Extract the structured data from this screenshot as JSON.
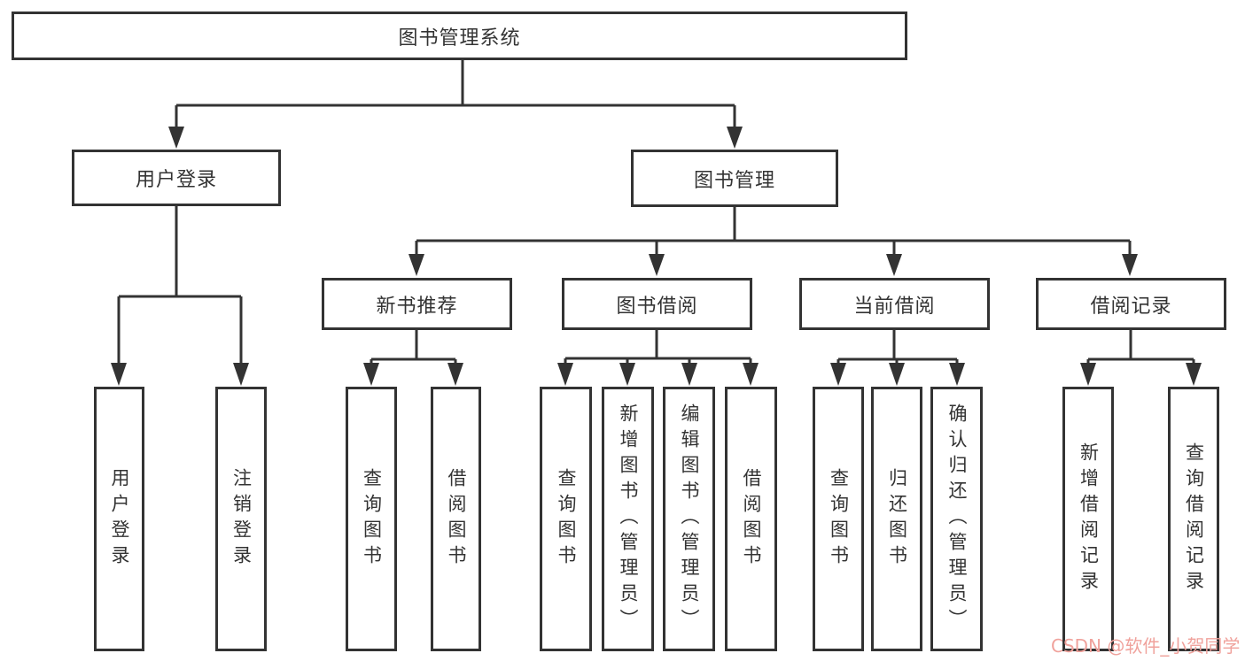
{
  "diagram": {
    "root": {
      "label": "图书管理系统"
    },
    "level2": {
      "user_login": {
        "label": "用户登录"
      },
      "book_mgmt": {
        "label": "图书管理"
      }
    },
    "level3": {
      "new_book_rec": {
        "label": "新书推荐"
      },
      "book_borrow": {
        "label": "图书借阅"
      },
      "current_borrow": {
        "label": "当前借阅"
      },
      "borrow_record": {
        "label": "借阅记录"
      }
    },
    "leaves": {
      "user_login": {
        "label": "用户登录"
      },
      "logout": {
        "label": "注销登录"
      },
      "query_book_a": {
        "label": "查询图书"
      },
      "borrow_book_a": {
        "label": "借阅图书"
      },
      "query_book_b": {
        "label": "查询图书"
      },
      "add_book": {
        "label": "新增图书（管理员）"
      },
      "edit_book": {
        "label": "编辑图书（管理员）"
      },
      "borrow_book_b": {
        "label": "借阅图书"
      },
      "query_book_c": {
        "label": "查询图书"
      },
      "return_book": {
        "label": "归还图书"
      },
      "confirm_return": {
        "label": "确认归还（管理员）"
      },
      "add_record": {
        "label": "新增借阅记录"
      },
      "query_record": {
        "label": "查询借阅记录"
      }
    },
    "hierarchy": {
      "图书管理系统": [
        "用户登录",
        "图书管理"
      ],
      "用户登录": [
        "用户登录",
        "注销登录"
      ],
      "图书管理": [
        "新书推荐",
        "图书借阅",
        "当前借阅",
        "借阅记录"
      ],
      "新书推荐": [
        "查询图书",
        "借阅图书"
      ],
      "图书借阅": [
        "查询图书",
        "新增图书（管理员）",
        "编辑图书（管理员）",
        "借阅图书"
      ],
      "当前借阅": [
        "查询图书",
        "归还图书",
        "确认归还（管理员）"
      ],
      "借阅记录": [
        "新增借阅记录",
        "查询借阅记录"
      ]
    }
  },
  "watermark": {
    "text": "CSDN @软件_小贺同学",
    "color": "#f0a29c"
  },
  "colors": {
    "line": "#333333",
    "box_border": "#333333",
    "text": "#333333",
    "background": "#ffffff"
  }
}
